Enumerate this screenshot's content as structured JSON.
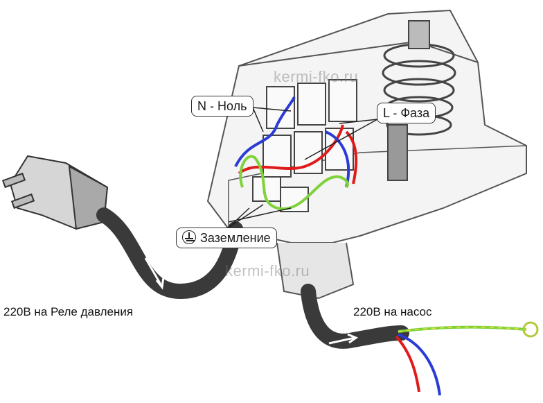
{
  "labels": {
    "neutral": "N - Ноль",
    "phase": "L - Фаза",
    "ground": "Заземление",
    "left_caption": "220В на Реле давления",
    "right_caption": "220В на насос"
  },
  "watermarks": [
    "kermi-fko.ru",
    "kermi-fko.ru"
  ],
  "icons": {
    "ground_symbol": "ground-symbol-icon"
  },
  "colors": {
    "neutral_wire": "#2a3bd6",
    "phase_wire": "#e01b1b",
    "ground_wire": "#7fd23a",
    "ground_wire_stripe": "#e8e23a",
    "cable": "#3a3a3a",
    "outline": "#333333"
  }
}
